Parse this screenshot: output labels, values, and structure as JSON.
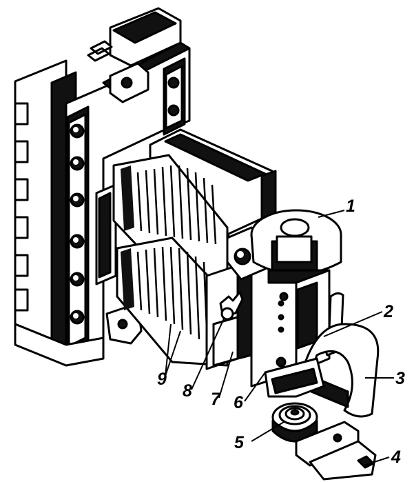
{
  "callouts": {
    "c1": "1",
    "c2": "2",
    "c3": "3",
    "c4": "4",
    "c5": "5",
    "c6": "6",
    "c7": "7",
    "c8": "8",
    "c9": "9"
  },
  "colors": {
    "ink": "#000000",
    "paper": "#ffffff"
  }
}
